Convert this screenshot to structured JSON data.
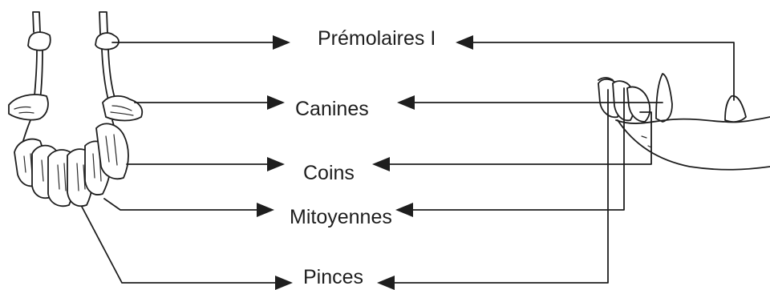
{
  "labels": {
    "premolaires": "Prémolaires I",
    "canines": "Canines",
    "coins": "Coins",
    "mitoyennes": "Mitoyennes",
    "pinces": "Pinces"
  }
}
